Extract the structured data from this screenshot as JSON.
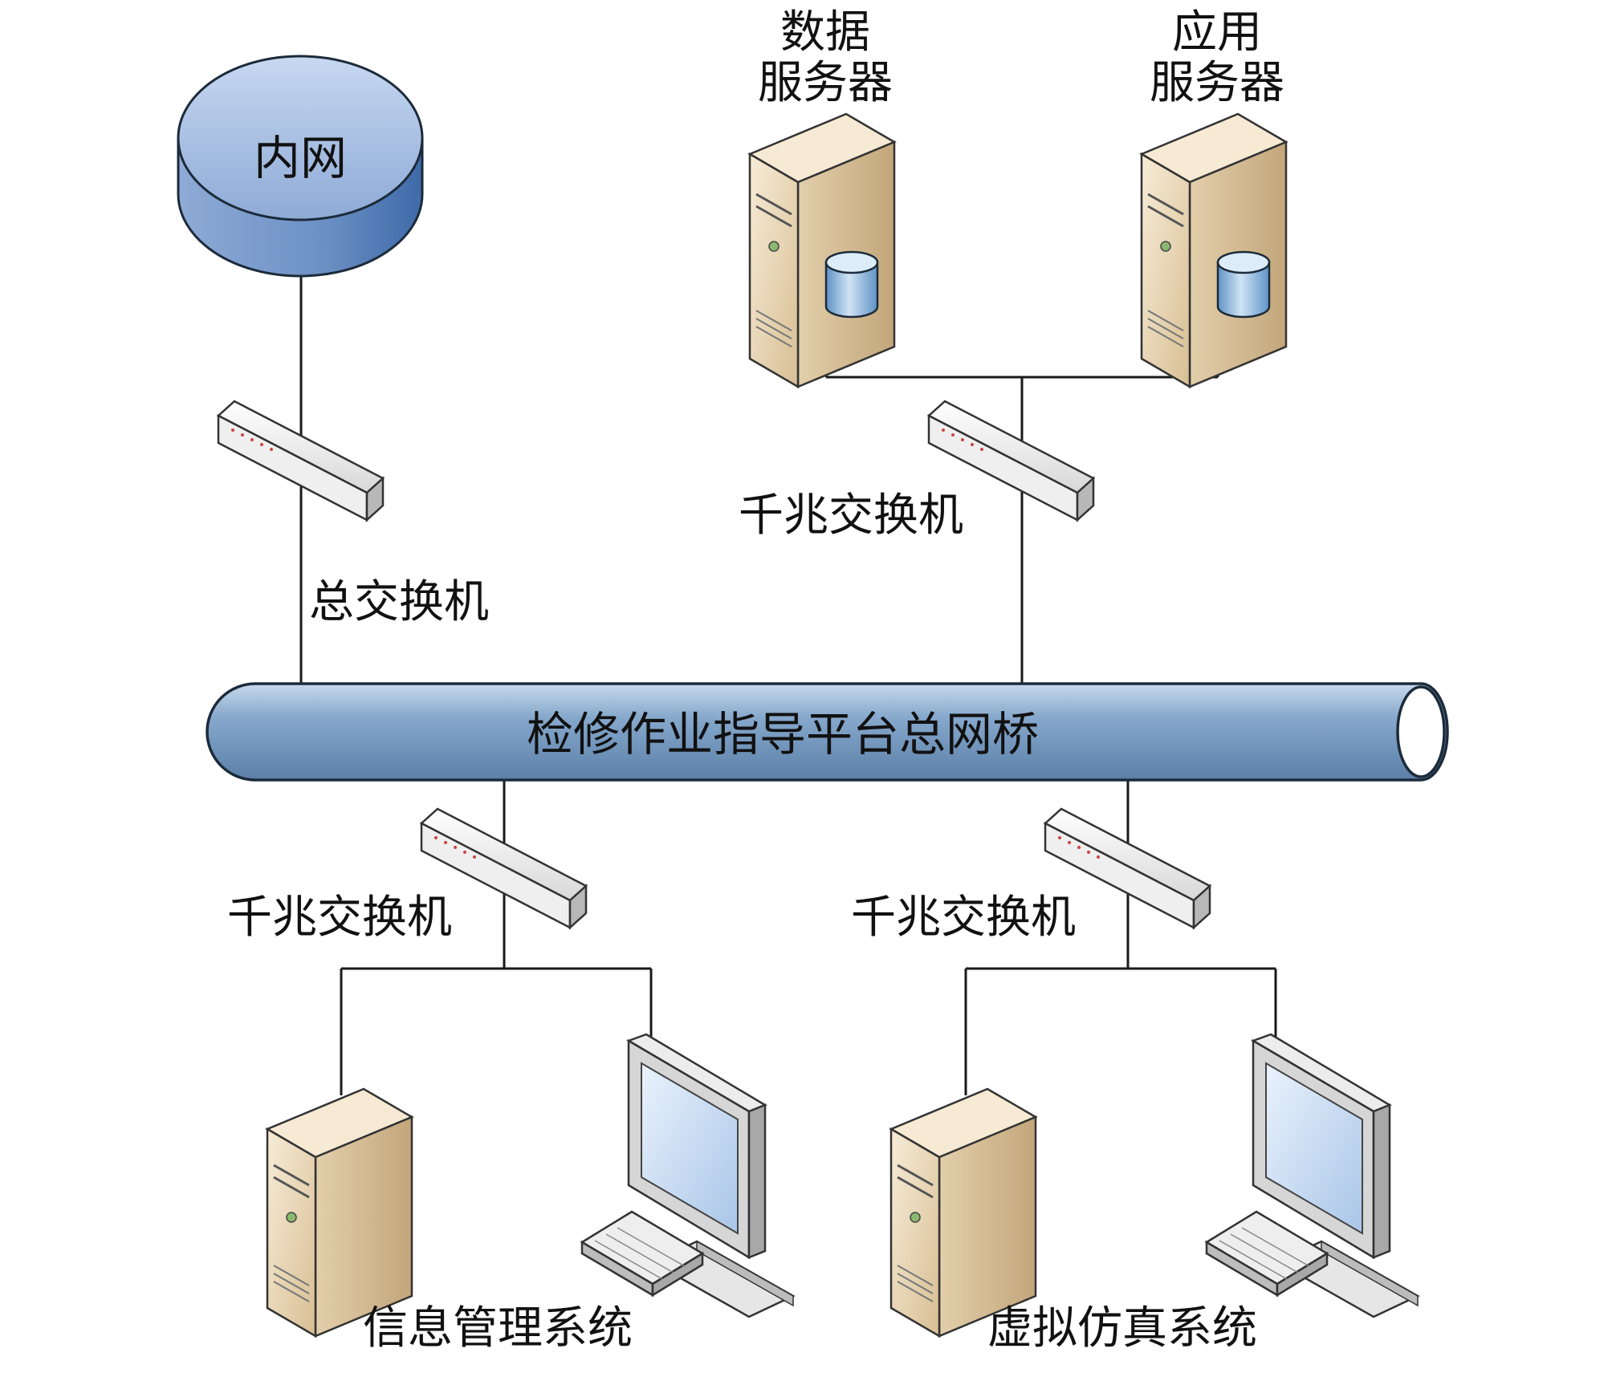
{
  "diagram": {
    "intranet": "内网",
    "data_server": [
      "数据",
      "服务器"
    ],
    "app_server": [
      "应用",
      "服务器"
    ],
    "main_switch": "总交换机",
    "gigabit_switch_top": "千兆交换机",
    "bridge": "检修作业指导平台总网桥",
    "gigabit_switch_left": "千兆交换机",
    "gigabit_switch_right": "千兆交换机",
    "info_system": "信息管理系统",
    "sim_system": "虚拟仿真系统"
  },
  "colors": {
    "line": "#1a1a1a",
    "pipe_fill": "#7da0c3",
    "pipe_stroke": "#1c2b3a",
    "disk_top": "#a9c0e3",
    "disk_side": "#5d85b8",
    "server_front": "#e6d3b1",
    "server_side": "#c6ad84",
    "server_top": "#f6ead4",
    "switch_face": "#f0f0f0",
    "switch_side": "#b8b8b8",
    "monitor_body": "#d6d6d6",
    "screen": "#c9ddf4",
    "db_cylinder": "#8fb8dc"
  }
}
